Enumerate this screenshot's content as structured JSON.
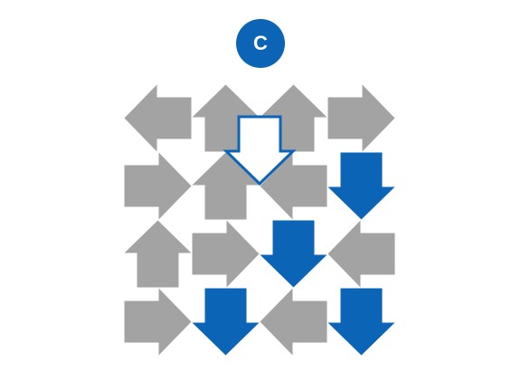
{
  "label": "C",
  "colors": {
    "gray": "#a3a3a3",
    "blue": "#0b64b5",
    "badge": "#0b64b5",
    "outline": "#0b64b5",
    "background": "#ffffff"
  },
  "grid": {
    "rows": 4,
    "cols": 4,
    "arrows": [
      [
        "left",
        "up",
        "up",
        "right"
      ],
      [
        "right",
        "up",
        "left",
        "down"
      ],
      [
        "up",
        "right",
        "down",
        "left"
      ],
      [
        "right",
        "down",
        "left",
        "down"
      ]
    ],
    "fills": [
      [
        "gray",
        "gray",
        "gray",
        "gray"
      ],
      [
        "gray",
        "gray",
        "gray",
        "blue"
      ],
      [
        "gray",
        "gray",
        "blue",
        "gray"
      ],
      [
        "gray",
        "blue",
        "gray",
        "blue"
      ]
    ]
  },
  "highlight": {
    "direction": "down",
    "style": "outline",
    "between_row": 1,
    "between_cols": [
      1,
      2
    ]
  }
}
